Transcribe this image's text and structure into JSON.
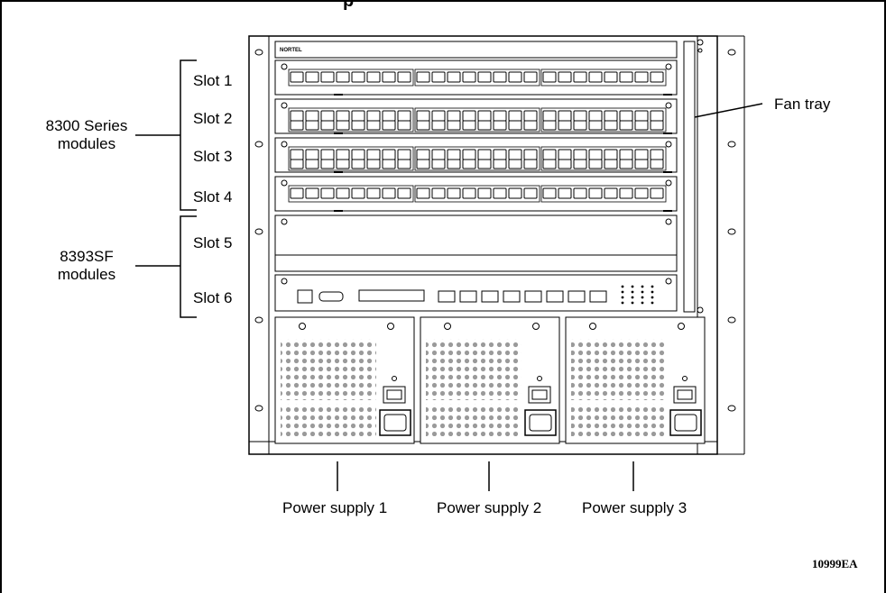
{
  "title_fragment": "p",
  "slots": [
    "Slot 1",
    "Slot 2",
    "Slot 3",
    "Slot 4",
    "Slot 5",
    "Slot 6"
  ],
  "groups": {
    "series_8300": [
      "8300 Series",
      "modules"
    ],
    "sf_8393": [
      "8393SF",
      "modules"
    ]
  },
  "fan_tray_label": "Fan tray",
  "power_supplies": [
    "Power supply 1",
    "Power supply 2",
    "Power supply 3"
  ],
  "figure_code": "10999EA",
  "chassis_brand": "NORTEL"
}
